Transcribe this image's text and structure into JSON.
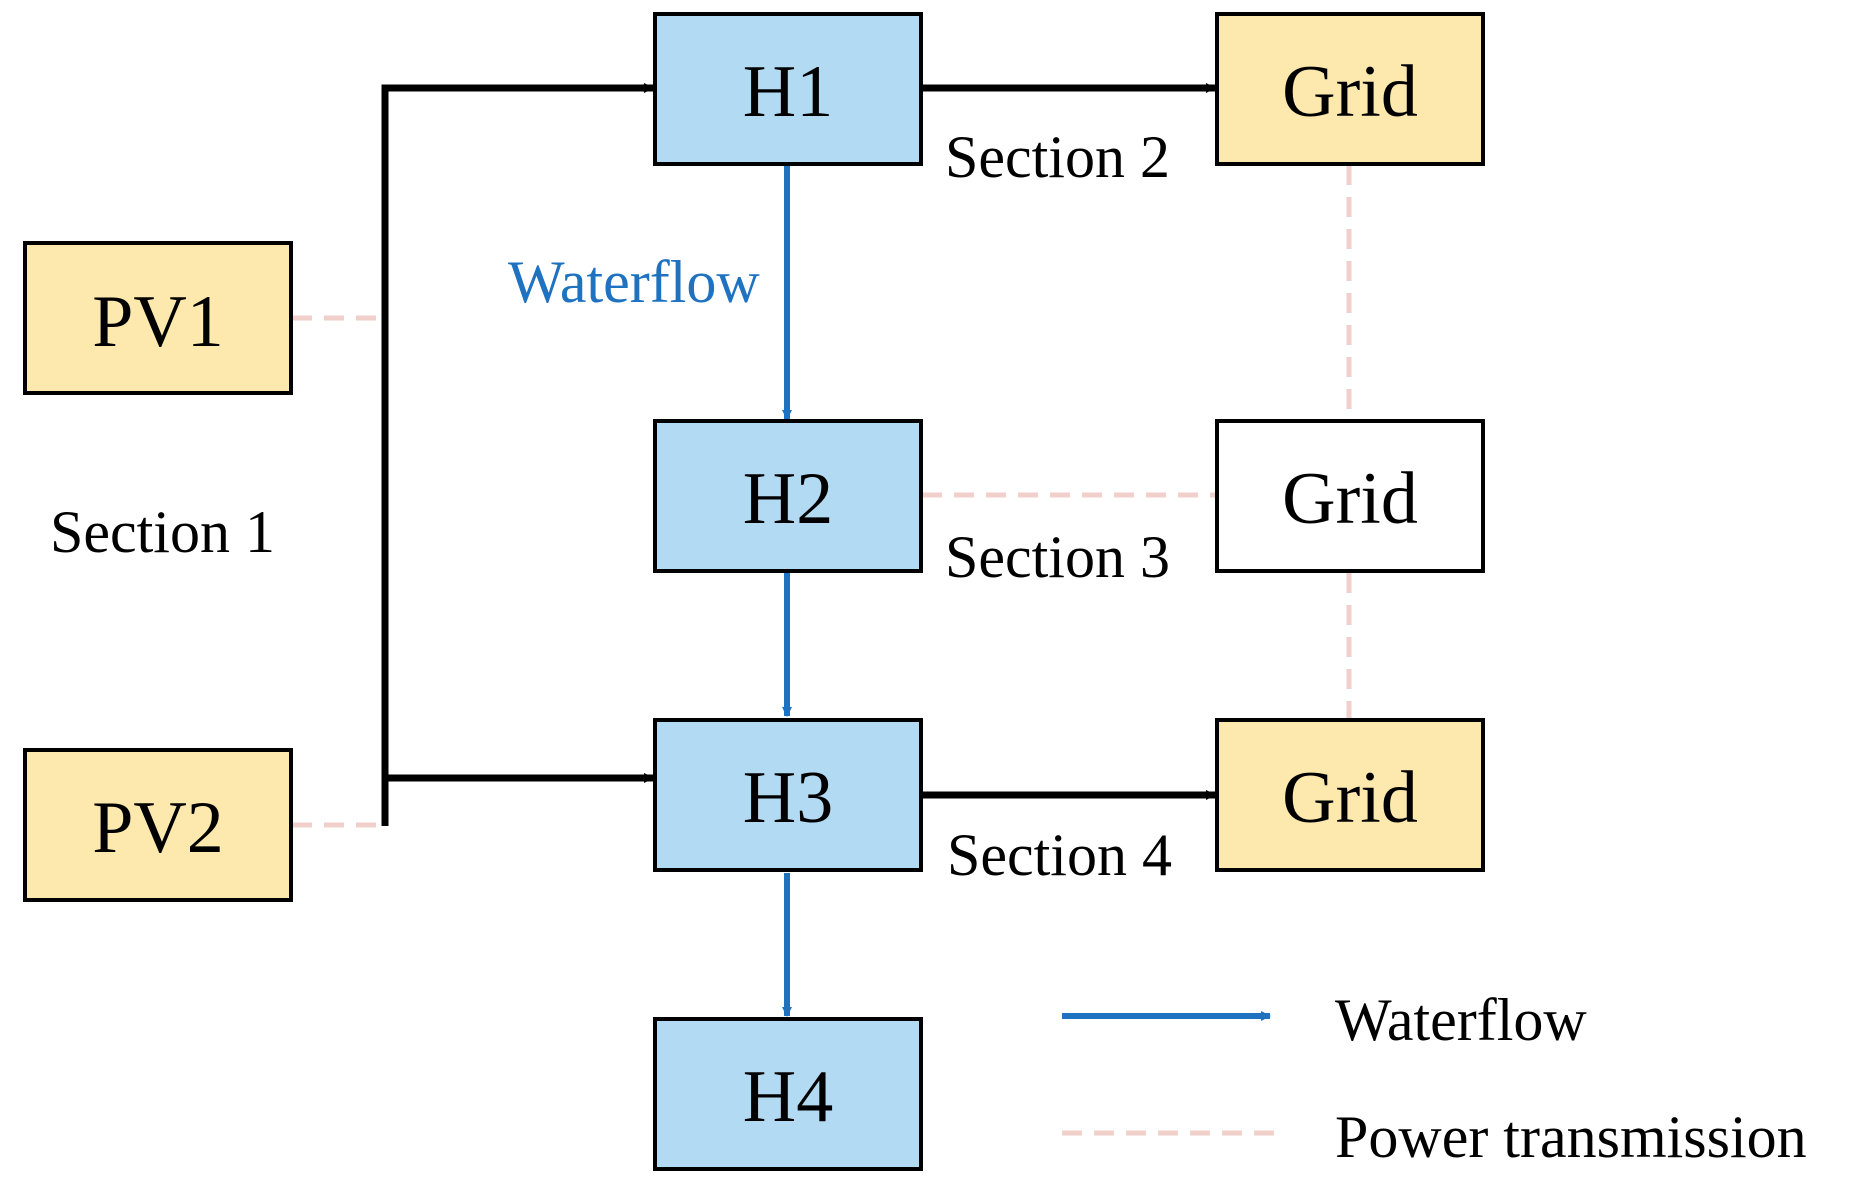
{
  "colors": {
    "hydro_fill": "#b3daf3",
    "pv_fill": "#fde8ad",
    "grid_fill_active": "#fde8ad",
    "grid_fill_plain": "#ffffff",
    "box_stroke": "#000000",
    "waterflow": "#1f72c0",
    "power_line": "#f1d0cb",
    "arrow_black": "#000000"
  },
  "nodes": {
    "h1": {
      "label": "H1"
    },
    "h2": {
      "label": "H2"
    },
    "h3": {
      "label": "H3"
    },
    "h4": {
      "label": "H4"
    },
    "pv1": {
      "label": "PV1"
    },
    "pv2": {
      "label": "PV2"
    },
    "grid_top": {
      "label": "Grid"
    },
    "grid_mid": {
      "label": "Grid"
    },
    "grid_bottom": {
      "label": "Grid"
    }
  },
  "sections": {
    "s1": "Section 1",
    "s2": "Section 2",
    "s3": "Section 3",
    "s4": "Section 4"
  },
  "waterflow_annotation": "Waterflow",
  "legend": {
    "waterflow_label": "Waterflow",
    "power_label": "Power transmission",
    "waterflow_icon": "blue-solid-arrow",
    "power_icon": "pink-dashed-line"
  }
}
